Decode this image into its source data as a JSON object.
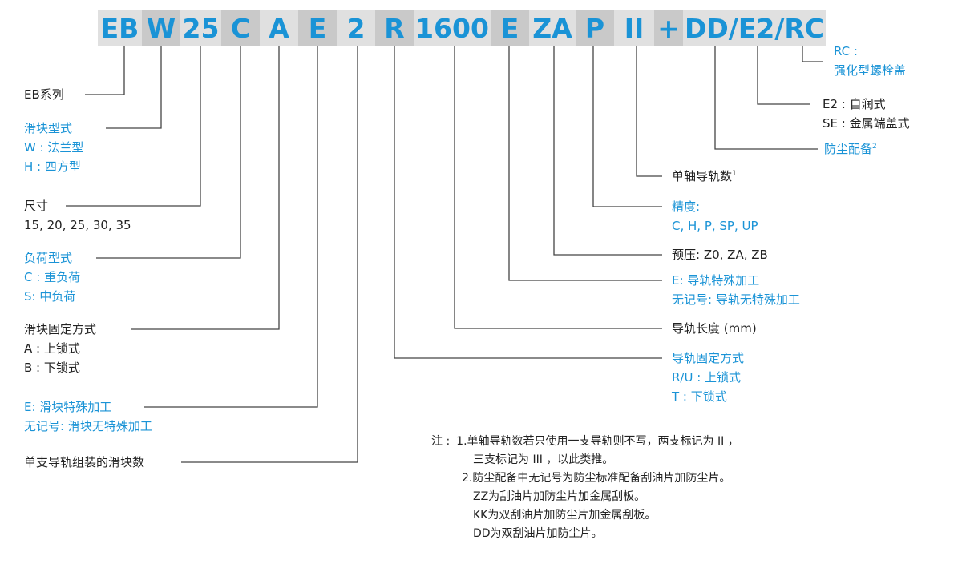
{
  "code": {
    "segments": [
      {
        "text": "EB",
        "bg": "light"
      },
      {
        "text": "W",
        "bg": "dark"
      },
      {
        "text": "25",
        "bg": "light"
      },
      {
        "text": "C",
        "bg": "dark"
      },
      {
        "text": "A",
        "bg": "light"
      },
      {
        "text": "E",
        "bg": "dark"
      },
      {
        "text": "2",
        "bg": "light"
      },
      {
        "text": "R",
        "bg": "dark"
      },
      {
        "text": "1600",
        "bg": "light"
      },
      {
        "text": "E",
        "bg": "dark"
      },
      {
        "text": "ZA",
        "bg": "light"
      },
      {
        "text": "P",
        "bg": "dark"
      },
      {
        "text": "II",
        "bg": "light"
      },
      {
        "text": "+",
        "bg": "dark"
      },
      {
        "text": "DD/E2/RC",
        "bg": "light"
      }
    ]
  },
  "left": {
    "series": {
      "title": "EB系列"
    },
    "block_type": {
      "title": "滑块型式",
      "opt1": "W : 法兰型",
      "opt2": "H : 四方型"
    },
    "size": {
      "title": "尺寸",
      "values": "15, 20, 25, 30, 35"
    },
    "load_type": {
      "title": "负荷型式",
      "opt1": "C : 重负荷",
      "opt2": "S: 中负荷"
    },
    "block_fix": {
      "title": "滑块固定方式",
      "opt1": "A : 上锁式",
      "opt2": "B : 下锁式"
    },
    "block_special": {
      "title": "E: 滑块特殊加工",
      "opt1": "无记号: 滑块无特殊加工"
    },
    "blocks_per_rail": {
      "title": "单支导轨组装的滑块数"
    }
  },
  "right": {
    "rc": {
      "title": "RC :",
      "desc": "强化型螺栓盖"
    },
    "end_cap": {
      "opt1": "E2 : 自润式",
      "opt2": "SE : 金属端盖式"
    },
    "dust": {
      "title": "防尘配备",
      "sup": "2"
    },
    "rails": {
      "title": "单轴导轨数",
      "sup": "1"
    },
    "precision": {
      "title": "精度:",
      "values": "C, H, P, SP, UP"
    },
    "preload": {
      "title": "预压: Z0, ZA, ZB"
    },
    "rail_special": {
      "title": "E: 导轨特殊加工",
      "opt1": "无记号: 导轨无特殊加工"
    },
    "rail_length": {
      "title": "导轨长度 (mm)"
    },
    "rail_fix": {
      "title": "导轨固定方式",
      "opt1": "R/U : 上锁式",
      "opt2": "T : 下锁式"
    }
  },
  "notes": {
    "prefix": "注 :",
    "n1a": "1.单轴导轨数若只使用一支导轨则不写，两支标记为 II ，",
    "n1b": "三支标记为 III ，以此类推。",
    "n2a": "2.防尘配备中无记号为防尘标准配备刮油片加防尘片。",
    "n2b": "ZZ为刮油片加防尘片加金属刮板。",
    "n2c": "KK为双刮油片加防尘片加金属刮板。",
    "n2d": "DD为双刮油片加防尘片。"
  }
}
